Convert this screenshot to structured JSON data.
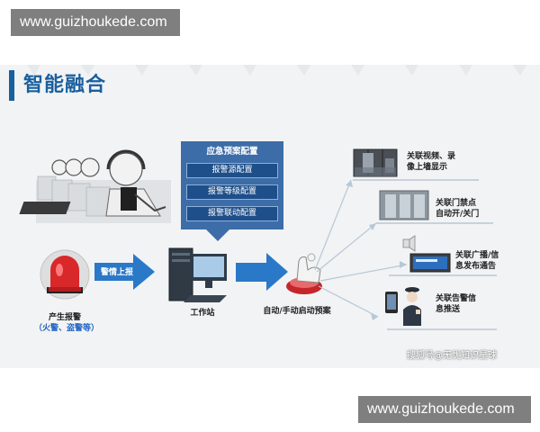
{
  "watermark": {
    "top": "www.guizhoukede.com",
    "bottom": "www.guizhoukede.com"
  },
  "title": "智能融合",
  "config_panel": {
    "title": "应急预案配置",
    "items": [
      "报警源配置",
      "报警等级配置",
      "报警联动配置"
    ]
  },
  "flow": {
    "alarm_label": "产生报警",
    "alarm_sub": "（火警、盗警等）",
    "report_arrow": "警情上报",
    "workstation": "工作站",
    "trigger": "自动/手动启动预案"
  },
  "actions": [
    {
      "line1": "关联视频、录",
      "line2": "像上墙显示"
    },
    {
      "line1": "关联门禁点",
      "line2": "自动开/关门"
    },
    {
      "line1": "关联广播/信",
      "line2": "息发布通告"
    },
    {
      "line1": "关联告警信",
      "line2": "息推送"
    }
  ],
  "credit": "搜狐号@无忧知识星球",
  "colors": {
    "brand_blue": "#1a5f9e",
    "panel_blue": "#3d6da8",
    "arrow_blue": "#2a78c8",
    "alarm_red": "#d8282a"
  }
}
